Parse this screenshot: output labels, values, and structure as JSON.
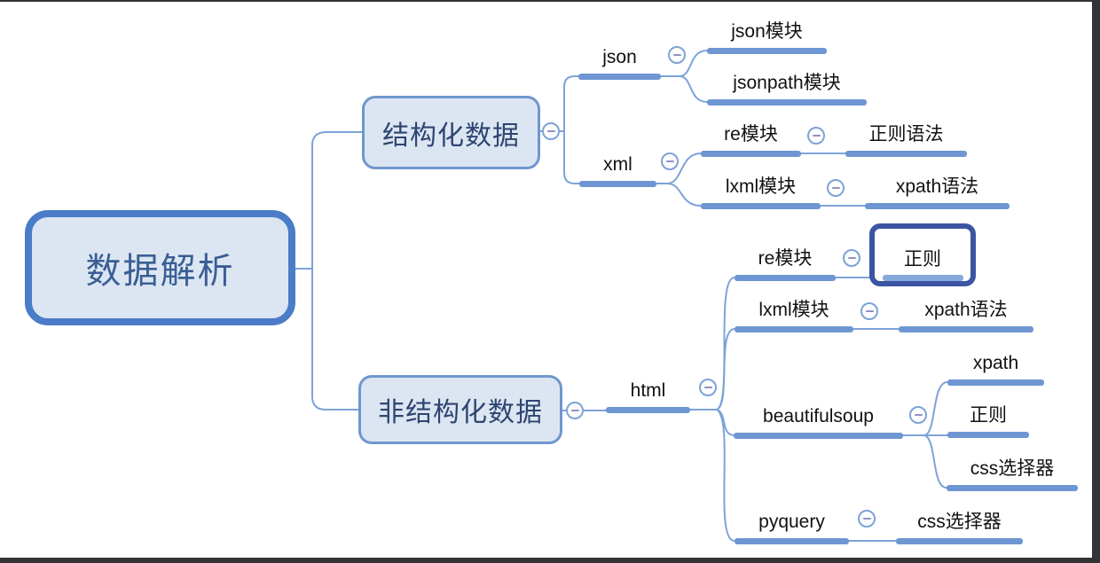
{
  "app": {
    "type": "mind-map-editor",
    "background": "#ffffff"
  },
  "palette": {
    "branch_line": "#7da3d8",
    "underline_bar": "#6e96d2",
    "root_border": "#4a7cc7",
    "node_fill": "#dce6f2",
    "root_text": "#3a5e94",
    "box_text": "#2e4570",
    "topic_text": "#111111",
    "box_border": "#6f97cd",
    "selection_border": "#3b55a3",
    "collapse_minus": "#9191c1",
    "screen_edge": "#333335"
  },
  "icons": {
    "collapse": "minus-in-circle"
  },
  "mindmap": {
    "root": {
      "label": "数据解析"
    },
    "branches": [
      {
        "label": "结构化数据",
        "children": [
          {
            "label": "json",
            "children": [
              {
                "label": "json模块"
              },
              {
                "label": "jsonpath模块"
              }
            ]
          },
          {
            "label": "xml",
            "children": [
              {
                "label": "re模块",
                "children": [
                  {
                    "label": "正则语法"
                  }
                ]
              },
              {
                "label": "lxml模块",
                "children": [
                  {
                    "label": "xpath语法"
                  }
                ]
              }
            ]
          }
        ]
      },
      {
        "label": "非结构化数据",
        "children": [
          {
            "label": "html",
            "children": [
              {
                "label": "re模块",
                "children": [
                  {
                    "label": "正则",
                    "selected": true
                  }
                ]
              },
              {
                "label": "lxml模块",
                "children": [
                  {
                    "label": "xpath语法"
                  }
                ]
              },
              {
                "label": "beautifulsoup",
                "children": [
                  {
                    "label": "xpath"
                  },
                  {
                    "label": "正则"
                  },
                  {
                    "label": "css选择器"
                  }
                ]
              },
              {
                "label": "pyquery",
                "children": [
                  {
                    "label": "css选择器"
                  }
                ]
              }
            ]
          }
        ]
      }
    ]
  }
}
